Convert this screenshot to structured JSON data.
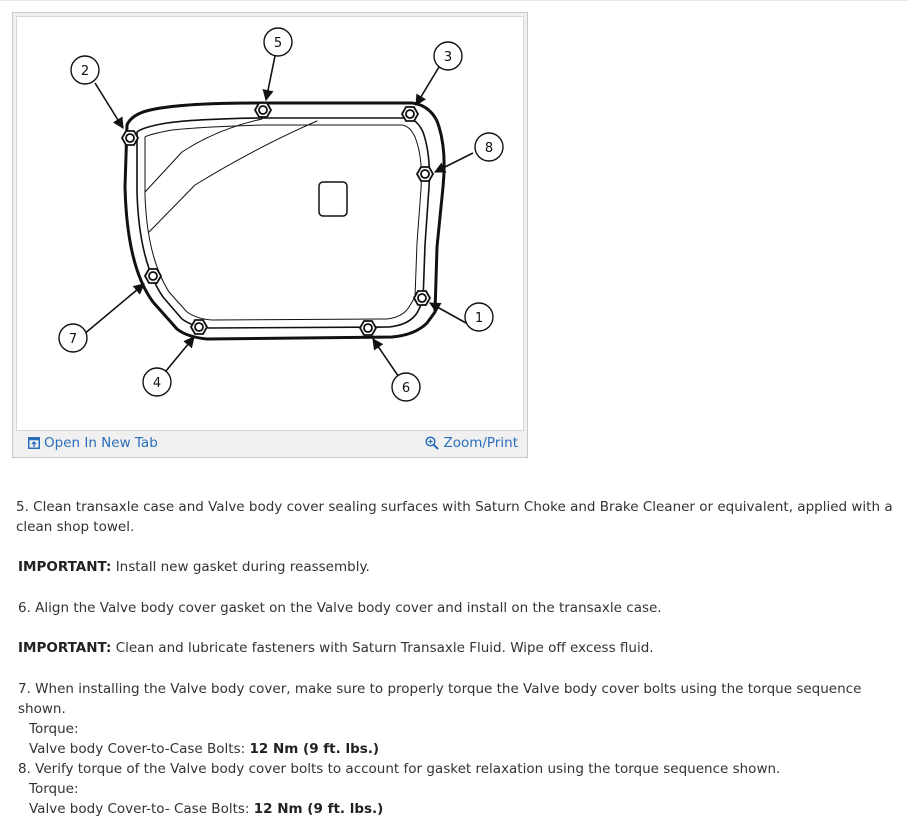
{
  "figure": {
    "callouts": [
      "1",
      "2",
      "3",
      "4",
      "5",
      "6",
      "7",
      "8"
    ],
    "open_new_tab_label": "Open In New Tab",
    "zoom_print_label": "Zoom/Print",
    "open_icon": "new-tab-icon",
    "zoom_icon": "magnifier-icon"
  },
  "steps": {
    "step5": "5. Clean transaxle case and Valve body cover sealing surfaces with Saturn Choke and Brake Cleaner or equivalent, applied with a clean shop towel.",
    "important1_label": "IMPORTANT:",
    "important1_text": " Install new gasket during reassembly.",
    "step6": "6. Align the Valve body cover gasket on the Valve body cover and install on the transaxle case.",
    "important2_label": "IMPORTANT:",
    "important2_text": " Clean and lubricate fasteners with Saturn Transaxle Fluid. Wipe off excess fluid.",
    "step7": "7. When installing the Valve body cover, make sure to properly torque the Valve body cover bolts using the torque sequence shown.",
    "torque1_label": "Torque:",
    "torque1_spec_label": "Valve body Cover-to-Case Bolts: ",
    "torque1_value": "12 Nm (9 ft. lbs.)",
    "step8": "8. Verify torque of the Valve body cover bolts to account for gasket relaxation using the torque sequence shown.",
    "torque2_label": "Torque:",
    "torque2_spec_label": "Valve body Cover-to- Case Bolts: ",
    "torque2_value": "12 Nm (9 ft. lbs.)"
  },
  "colors": {
    "link": "#2a6ebb",
    "text": "#333333",
    "frame": "#c8c8c8"
  }
}
